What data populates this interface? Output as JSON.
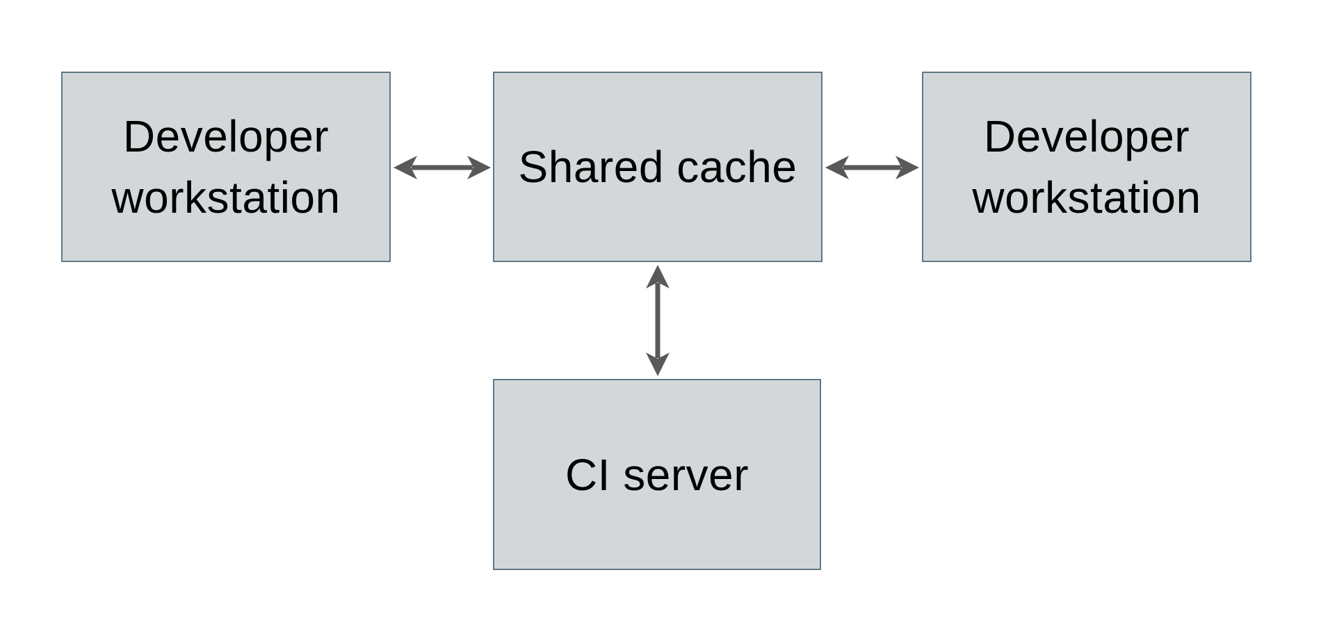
{
  "colors": {
    "canvas-bg": "#ffffff",
    "node-fill": "#d2d8da",
    "node-border": "#5f7885",
    "arrow-color": "#58595b",
    "text-color": "#000000"
  },
  "diagram": {
    "type": "architecture-diagram",
    "title": "",
    "nodes": [
      {
        "id": "developer-workstation-left",
        "label": "Developer workstation"
      },
      {
        "id": "shared-cache",
        "label": "Shared cache"
      },
      {
        "id": "developer-workstation-right",
        "label": "Developer workstation"
      },
      {
        "id": "ci-server",
        "label": "CI server"
      }
    ],
    "edges": [
      {
        "from": "developer-workstation-left",
        "to": "shared-cache",
        "style": "bidirectional-arrow"
      },
      {
        "from": "shared-cache",
        "to": "developer-workstation-right",
        "style": "bidirectional-arrow"
      },
      {
        "from": "shared-cache",
        "to": "ci-server",
        "style": "bidirectional-arrow"
      }
    ]
  }
}
